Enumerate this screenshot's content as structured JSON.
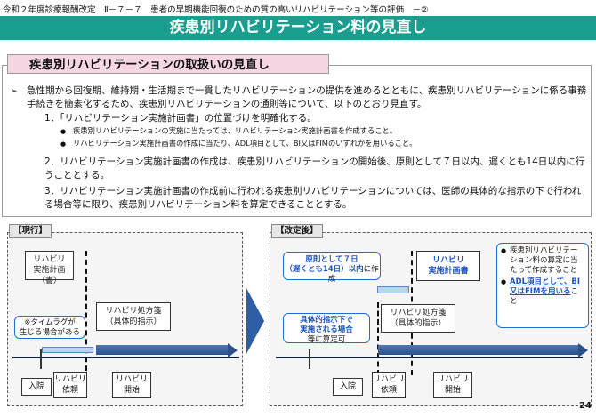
{
  "header": {
    "caption": "令和２年度診療報酬改定　Ⅱ－７－７　患者の早期機能回復のための質の高いリハビリテーション等の評価　－②",
    "banner_title": "疾患別リハビリテーション料の見直し"
  },
  "section": {
    "heading": "疾患別リハビリテーションの取扱いの見直し",
    "bullet_symbol": "➢",
    "intro": "急性期から回復期、維持期・生活期まで一貫したリハビリテーションの提供を進めるとともに、疾患別リハビリテーションに係る事務手続きを簡素化するため、疾患別リハビリテーションの通則等について、以下のとおり見直す。",
    "items": [
      {
        "text": "1．「リハビリテーション実施計画書」の位置づけを明確化する。",
        "subs": [
          "疾患別リハビリテーションの実施に当たっては、リハビリテーション実施計画書を作成すること。",
          "リハビリテーション実施計画書の作成に当たり、ADL項目として、BI又はFIMのいずれかを用いること。"
        ]
      },
      {
        "text": "2．リハビリテーション実施計画書の作成は、疾患別リハビリテーションの開始後、原則として７日以内、遅くとも14日以内に行うこととする。"
      },
      {
        "text": "3．リハビリテーション実施計画書の作成前に行われる疾患別リハビリテーションについては、医師の具体的な指示の下で行われる場合等に限り、疾患別リハビリテーション料を算定できることとする。"
      }
    ]
  },
  "current": {
    "tag": "【現行】",
    "plan_line1": "リハビリ",
    "plan_line2": "実施計画（書）",
    "rx_line1": "リハビリ処方箋",
    "rx_line2": "（具体的指示）",
    "lag_line1": "※タイムラグが",
    "lag_line2": "生じる場合がある",
    "m_admit": "入院",
    "m_req1": "リハビリ",
    "m_req2": "依頼",
    "m_start1": "リハビリ",
    "m_start2": "開始"
  },
  "revised": {
    "tag": "【改定後】",
    "plan_line1": "リハビリ",
    "plan_line2": "実施計画書",
    "deadline_line1": "原則として７日",
    "deadline_line2a": "（遅くとも14日）以内",
    "deadline_line2b": "に作成",
    "rx_line1": "リハビリ処方箋",
    "rx_line2": "（具体的指示）",
    "instr_line1": "具体的指示下で",
    "instr_line2": "実施される場合",
    "instr_line3": "等に算定可",
    "note1": "疾患別リハビリテーション料の算定に当たって作成すること",
    "note2a": "ADL項目として、BI又はFIM",
    "note2b": "を用いる",
    "note2c": "こと",
    "m_admit": "入院",
    "m_req1": "リハビリ",
    "m_req2": "依頼",
    "m_start1": "リハビリ",
    "m_start2": "開始"
  },
  "page_number": "24"
}
